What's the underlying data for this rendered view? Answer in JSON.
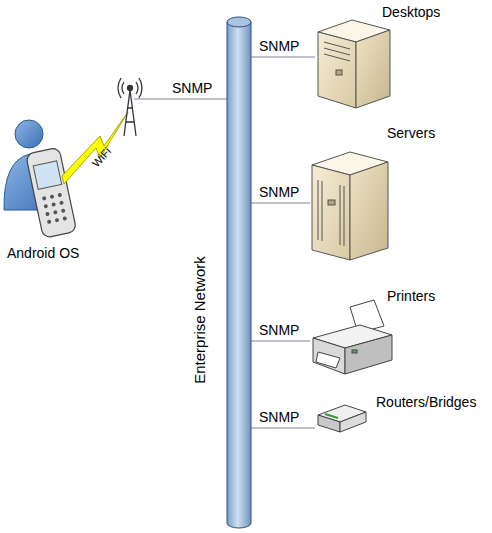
{
  "diagram": {
    "nodes": [
      {
        "text": [
          "Android OS"
        ]
      },
      {
        "text": [
          "Enterprise Network"
        ]
      },
      {
        "text": [
          "Desktops"
        ]
      },
      {
        "text": [
          "Servers"
        ]
      },
      {
        "text": [
          "Printers"
        ]
      },
      {
        "text": [
          "Routers/Bridges"
        ]
      }
    ],
    "edges": [
      {
        "from": 1,
        "to": 2,
        "label": "SNMP",
        "arrow": "none"
      },
      {
        "from": 1,
        "to": 3,
        "label": "SNMP",
        "arrow": "none"
      },
      {
        "from": 1,
        "to": 4,
        "label": "SNMP",
        "arrow": "none"
      },
      {
        "from": 1,
        "to": 5,
        "label": "SNMP",
        "arrow": "none"
      }
    ],
    "labels": [
      "SNMP",
      "WiFi"
    ]
  }
}
